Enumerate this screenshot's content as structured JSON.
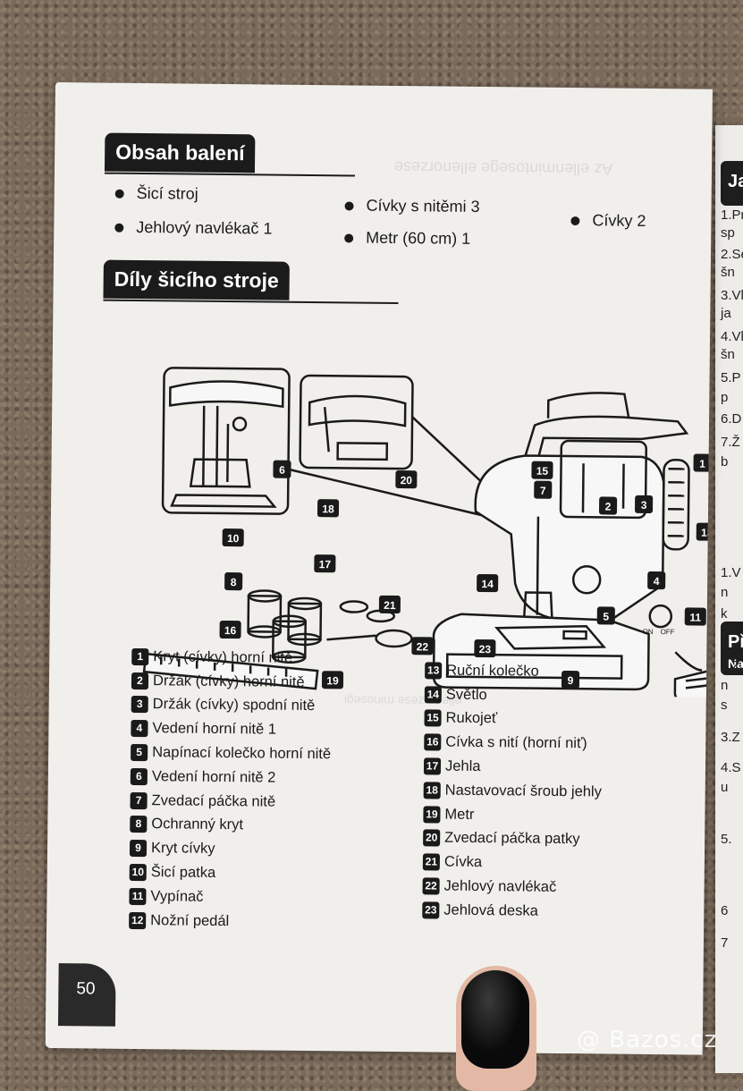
{
  "page": {
    "section_contents_title": "Obsah balení",
    "contents_items": [
      "Šicí stroj",
      "Cívky s nitěmi 3",
      "Cívky 2",
      "Jehlový navlékač 1",
      "Metr (60 cm) 1"
    ],
    "section_parts_title": "Díly šicího stroje",
    "parts": [
      {
        "num": "1",
        "label": "Kryt (cívky) horní nitě"
      },
      {
        "num": "2",
        "label": "Držák (cívky) horní nitě"
      },
      {
        "num": "3",
        "label": "Držák (cívky) spodní nitě"
      },
      {
        "num": "4",
        "label": "Vedení horní nitě 1"
      },
      {
        "num": "5",
        "label": "Napínací kolečko horní nitě"
      },
      {
        "num": "6",
        "label": "Vedení horní nitě 2"
      },
      {
        "num": "7",
        "label": "Zvedací páčka nitě"
      },
      {
        "num": "8",
        "label": "Ochranný kryt"
      },
      {
        "num": "9",
        "label": "Kryt cívky"
      },
      {
        "num": "10",
        "label": "Šicí patka"
      },
      {
        "num": "11",
        "label": "Vypínač"
      },
      {
        "num": "12",
        "label": "Nožní pedál"
      },
      {
        "num": "13",
        "label": "Ruční kolečko"
      },
      {
        "num": "14",
        "label": "Světlo"
      },
      {
        "num": "15",
        "label": "Rukojeť"
      },
      {
        "num": "16",
        "label": "Cívka s nití (horní niť)"
      },
      {
        "num": "17",
        "label": "Jehla"
      },
      {
        "num": "18",
        "label": "Nastavovací šroub jehly"
      },
      {
        "num": "19",
        "label": "Metr"
      },
      {
        "num": "20",
        "label": "Zvedací páčka patky"
      },
      {
        "num": "21",
        "label": "Cívka"
      },
      {
        "num": "22",
        "label": "Jehlový navlékač"
      },
      {
        "num": "23",
        "label": "Jehlová deska"
      }
    ],
    "switch_on": "ON",
    "switch_off": "OFF",
    "page_number": "50"
  },
  "right_page": {
    "tab_text": "Ja",
    "tab2_text": "Př",
    "tab2_sub": "Na",
    "fragments": [
      "1.Pr",
      "sp",
      "2.Se",
      "šn",
      "3.Vl",
      "ja",
      "4.Vl",
      "šn",
      "5.P",
      "p",
      "6.D",
      "7.Ž",
      "b",
      "1.V",
      "n",
      "k",
      "v",
      "2.Z",
      "n",
      "s",
      "3.Z",
      "4.S",
      "u",
      "5.",
      "6",
      "7"
    ]
  },
  "watermark": "@ Bazos.cz"
}
